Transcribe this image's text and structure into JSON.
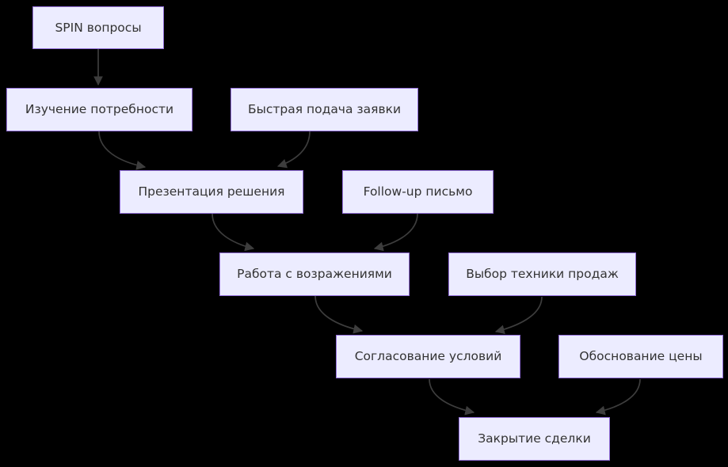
{
  "diagram": {
    "type": "flowchart",
    "direction": "top-down",
    "nodes": [
      {
        "id": "spin",
        "label": "SPIN вопросы"
      },
      {
        "id": "needs",
        "label": "Изучение потребности"
      },
      {
        "id": "fast_apply",
        "label": "Быстрая подача заявки"
      },
      {
        "id": "presentation",
        "label": "Презентация решения"
      },
      {
        "id": "followup",
        "label": "Follow-up письмо"
      },
      {
        "id": "objections",
        "label": "Работа с возражениями"
      },
      {
        "id": "technique",
        "label": "Выбор техники продаж"
      },
      {
        "id": "terms",
        "label": "Согласование условий"
      },
      {
        "id": "price",
        "label": "Обоснование цены"
      },
      {
        "id": "close",
        "label": "Закрытие сделки"
      }
    ],
    "edges": [
      {
        "from": "spin",
        "to": "needs"
      },
      {
        "from": "needs",
        "to": "presentation"
      },
      {
        "from": "fast_apply",
        "to": "presentation"
      },
      {
        "from": "presentation",
        "to": "objections"
      },
      {
        "from": "followup",
        "to": "objections"
      },
      {
        "from": "objections",
        "to": "terms"
      },
      {
        "from": "technique",
        "to": "terms"
      },
      {
        "from": "terms",
        "to": "close"
      },
      {
        "from": "price",
        "to": "close"
      }
    ],
    "colors": {
      "background": "#000000",
      "node_fill": "#ececff",
      "node_border": "#9370db",
      "text": "#333333",
      "edge": "#3d3d3d"
    }
  }
}
